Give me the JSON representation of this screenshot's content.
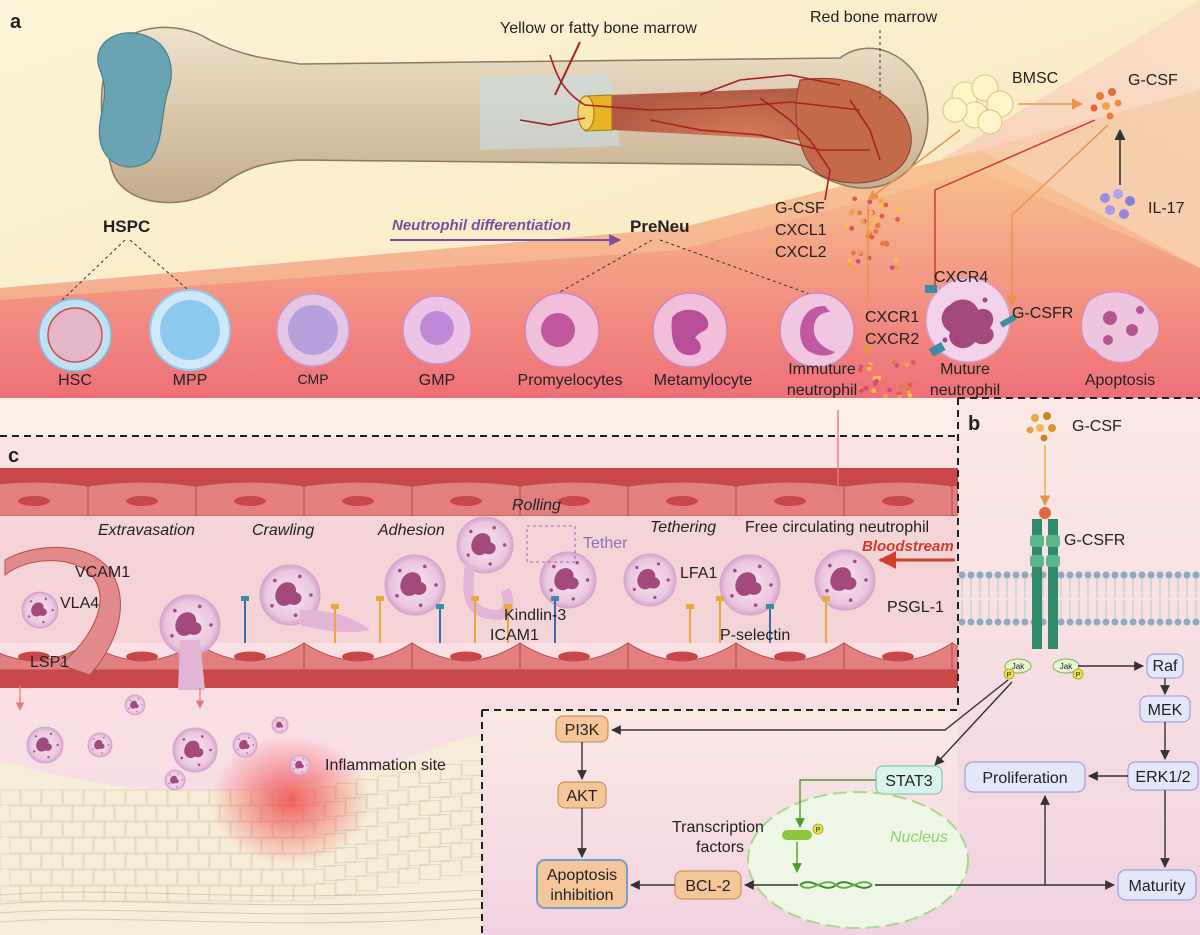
{
  "panels": {
    "a": "a",
    "b": "b",
    "c": "c"
  },
  "panel_a": {
    "yellow_marrow": "Yellow or fatty bone marrow",
    "red_marrow": "Red bone marrow",
    "bmsc": "BMSC",
    "gcsf_top": "G-CSF",
    "il17": "IL-17",
    "hspc": "HSPC",
    "differentiation": "Neutrophil differentiation",
    "preneu": "PreNeu",
    "chemokines": [
      "G-CSF",
      "CXCL1",
      "CXCL2"
    ],
    "cxcr4": "CXCR4",
    "cxcr1": "CXCR1",
    "cxcr2": "CXCR2",
    "gcsfr": "G-CSFR",
    "cells": [
      {
        "name": "HSC"
      },
      {
        "name": "MPP"
      },
      {
        "name": "CMP"
      },
      {
        "name": "GMP"
      },
      {
        "name": "Promyelocytes"
      },
      {
        "name": "Metamylocyte"
      },
      {
        "name": "Immuture neutrophil",
        "line1": "Immuture",
        "line2": "neutrophil"
      },
      {
        "name": "Muture neutrophil",
        "line1": "Muture",
        "line2": "neutrophil"
      },
      {
        "name": "Apoptosis"
      }
    ]
  },
  "panel_c": {
    "extravasation": "Extravasation",
    "crawling": "Crawling",
    "adhesion": "Adhesion",
    "rolling": "Rolling",
    "tether": "Tether",
    "tethering": "Tethering",
    "free_neutrophil": "Free circulating neutrophil",
    "bloodstream": "Bloodstream",
    "vcam1": "VCAM1",
    "vla4": "VLA4",
    "lsp1": "LSP1",
    "kindlin3": "Kindlin-3",
    "icam1": "ICAM1",
    "lfa1": "LFA1",
    "pselectin": "P-selectin",
    "psgl1": "PSGL-1",
    "inflammation": "Inflammation site"
  },
  "panel_b": {
    "gcsf": "G-CSF",
    "gcsfr": "G-CSFR",
    "jak": "Jak",
    "p": "P",
    "raf": "Raf",
    "mek": "MEK",
    "erk": "ERK1/2",
    "proliferation": "Proliferation",
    "maturity": "Maturity",
    "stat3": "STAT3",
    "pi3k": "PI3K",
    "akt": "AKT",
    "bcl2": "BCL-2",
    "apoptosis_inhibition_1": "Apoptosis",
    "apoptosis_inhibition_2": "inhibition",
    "tf_1": "Transcription",
    "tf_2": "factors",
    "nucleus": "Nucleus"
  },
  "colors": {
    "arrow_orange": "#e8954a",
    "arrow_red": "#d33b2c",
    "arrow_purple": "#7b4fa0",
    "node_orange": "#f5c69a",
    "node_blue": "#e4e6fa",
    "node_teal": "#d9f4ec",
    "vessel": "#c84848"
  }
}
